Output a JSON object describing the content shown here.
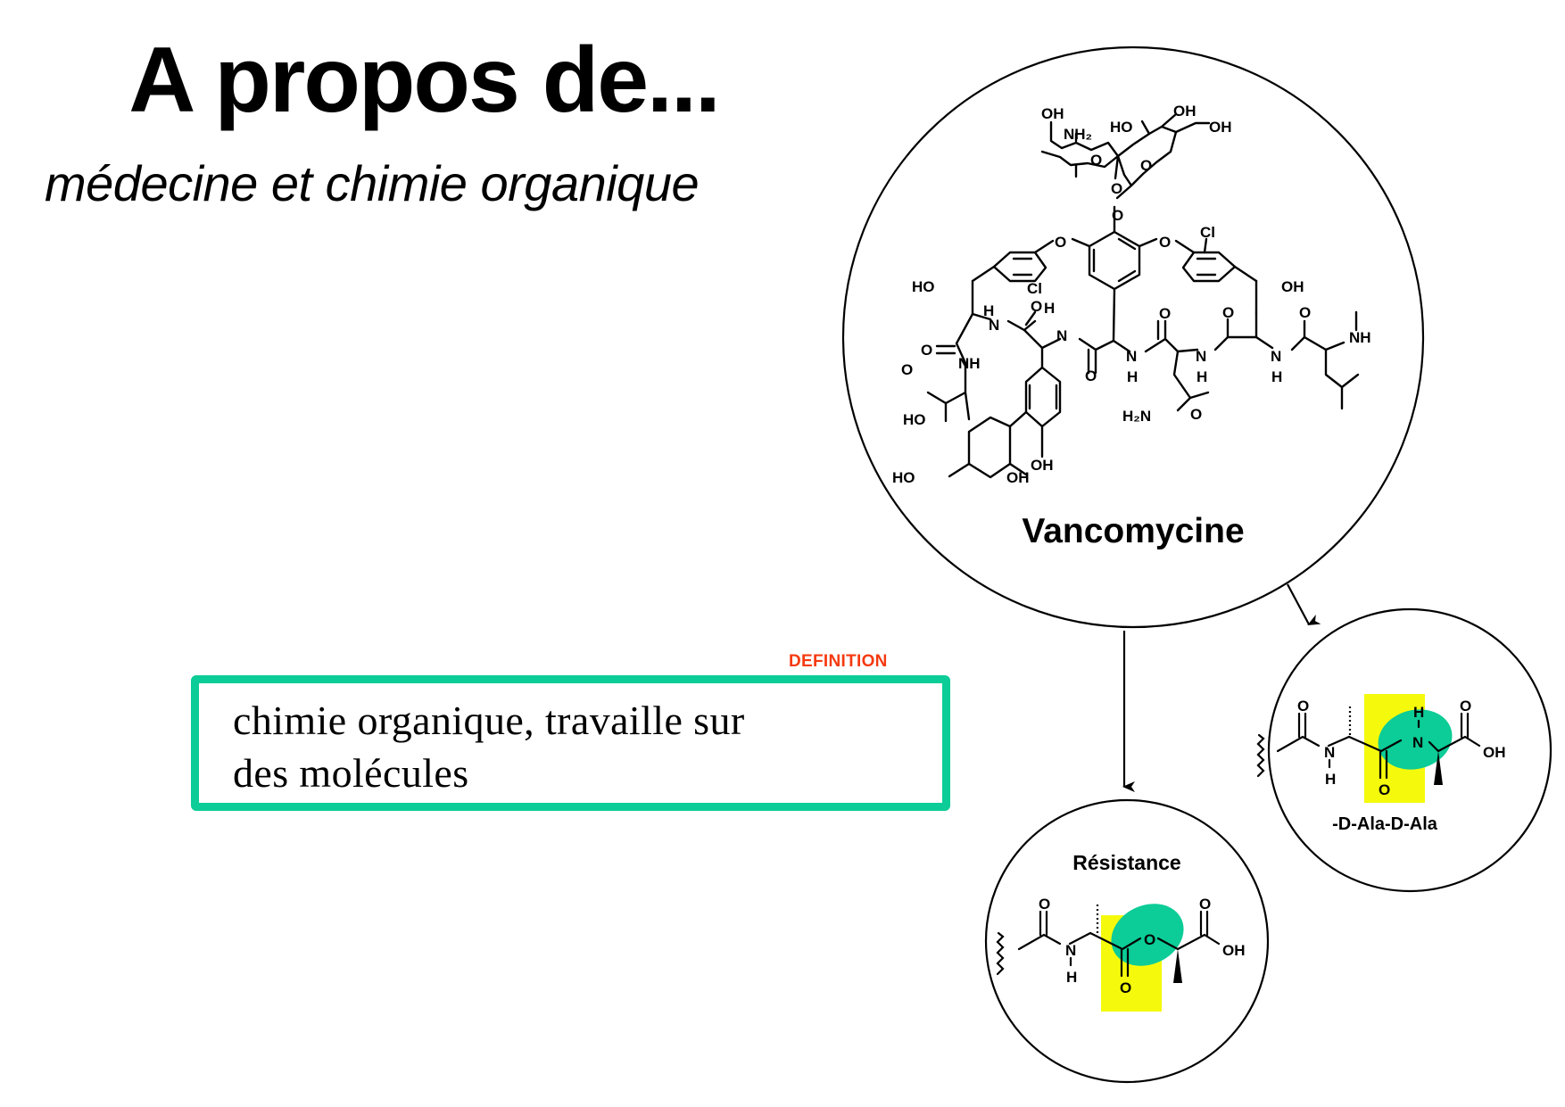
{
  "header": {
    "title": "A propos de...",
    "subtitle": "médecine et chimie organique"
  },
  "definition": {
    "tag": "DEFINITION",
    "text": "chimie organique, travaille sur\ndes molécules",
    "colors": {
      "tag": "#f53a10",
      "border": "#0ccc97"
    }
  },
  "diagram": {
    "main_molecule": {
      "name": "Vancomycine",
      "atom_labels": [
        "OH",
        "NH2",
        "HO",
        "OH",
        "OH",
        "O",
        "O",
        "O",
        "O",
        "O",
        "Cl",
        "Cl",
        "HO",
        "OH",
        "H",
        "N",
        "H",
        "N",
        "O",
        "O",
        "O",
        "O",
        "NH",
        "O",
        "NH",
        "HO",
        "O",
        "O",
        "N",
        "H",
        "N",
        "H",
        "N",
        "H",
        "H2N",
        "O",
        "HO",
        "OH",
        "OH"
      ]
    },
    "target_molecule": {
      "name": "-D-Ala-D-Ala",
      "atom_labels": [
        "O",
        "N",
        "H",
        "O",
        "H",
        "N",
        "O",
        "OH"
      ],
      "highlights": {
        "yellow": "#f5fa0c",
        "green": "#0ccc97"
      }
    },
    "resistance_molecule": {
      "name": "Résistance",
      "atom_labels": [
        "O",
        "N",
        "H",
        "O",
        "O",
        "O",
        "OH"
      ],
      "highlights": {
        "yellow": "#f5fa0c",
        "green": "#0ccc97"
      }
    },
    "arrows": [
      {
        "from": "Vancomycine",
        "to": "Résistance"
      },
      {
        "from": "Vancomycine",
        "to": "-D-Ala-D-Ala"
      }
    ]
  }
}
